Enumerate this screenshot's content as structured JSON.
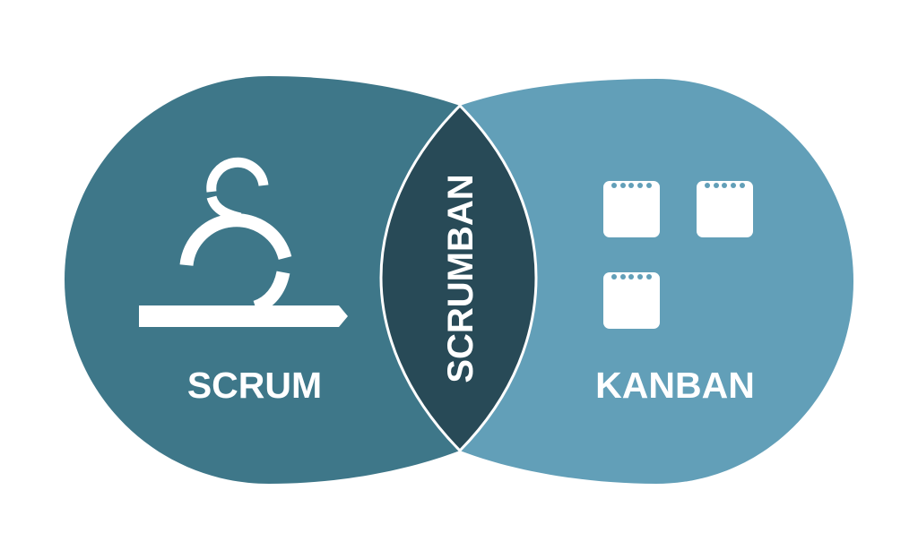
{
  "diagram": {
    "left_label": "SCRUM",
    "right_label": "KANBAN",
    "overlap_label": "SCRUMBAN",
    "left_icon": "scrum-sprint-cycle-icon",
    "right_icon": "kanban-cards-icon"
  },
  "colors": {
    "left": "#3e7789",
    "right": "#629fb8",
    "overlap": "#284a57",
    "foreground": "#ffffff"
  }
}
